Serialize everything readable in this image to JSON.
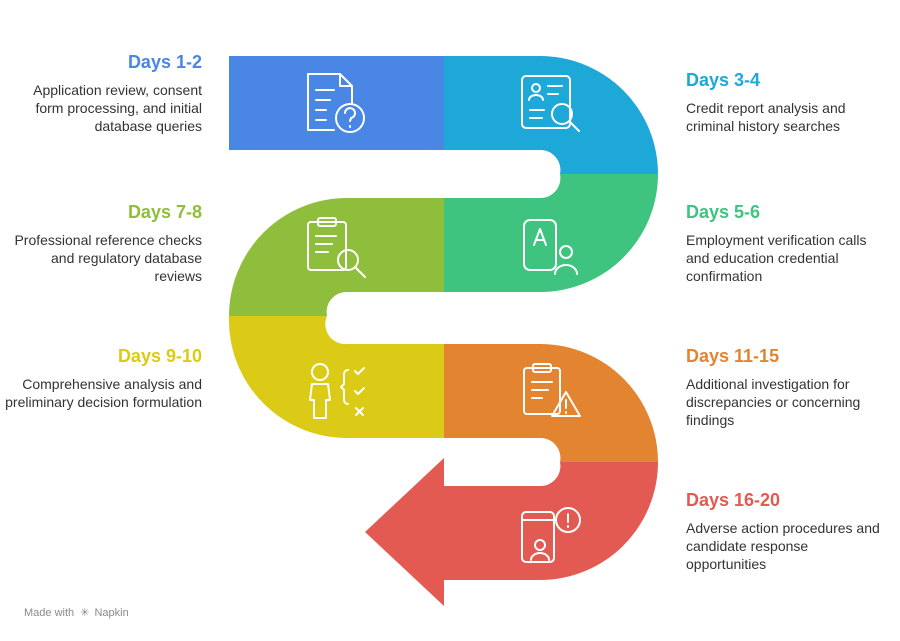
{
  "stages": [
    {
      "title": "Days 1-2",
      "description": "Application review, consent form processing, and initial database queries",
      "color": "#4a86e4",
      "icon": "document-question-icon"
    },
    {
      "title": "Days 3-4",
      "description": "Credit report analysis and criminal history searches",
      "color": "#1ea8d8",
      "icon": "profile-search-icon"
    },
    {
      "title": "Days 5-6",
      "description": "Employment verification calls and education credential confirmation",
      "color": "#3ec47f",
      "icon": "tablet-user-icon"
    },
    {
      "title": "Days 7-8",
      "description": "Professional reference checks and regulatory database reviews",
      "color": "#8fbe3c",
      "icon": "clipboard-search-icon"
    },
    {
      "title": "Days 9-10",
      "description": "Comprehensive analysis and preliminary decision formulation",
      "color": "#dccb16",
      "icon": "person-checklist-icon"
    },
    {
      "title": "Days 11-15",
      "description": "Additional investigation for discrepancies or concerning findings",
      "color": "#e38530",
      "icon": "clipboard-warning-icon"
    },
    {
      "title": "Days 16-20",
      "description": "Adverse action procedures and candidate response opportunities",
      "color": "#e35a52",
      "icon": "device-alert-icon"
    }
  ],
  "footer": {
    "prefix": "Made with",
    "brand": "Napkin"
  }
}
